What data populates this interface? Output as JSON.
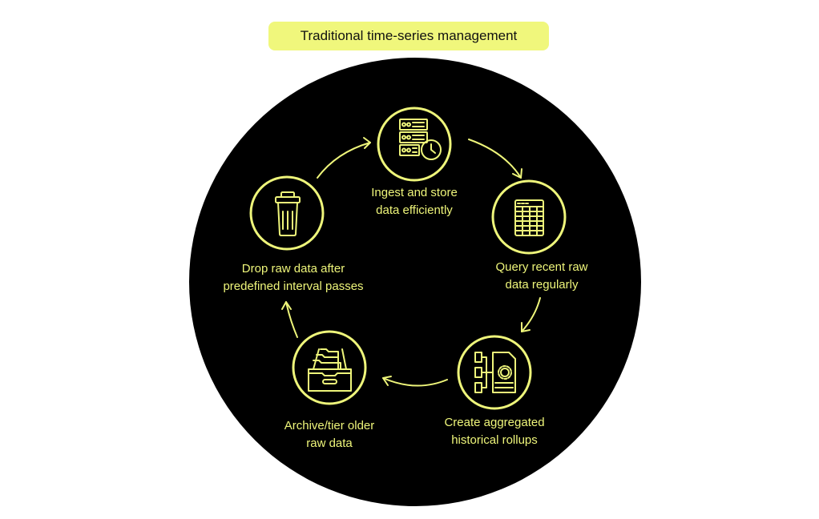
{
  "title": "Traditional time-series management",
  "colors": {
    "accent": "#eef57a",
    "badge": "#f0f77c",
    "disc": "#000000",
    "background": "#ffffff"
  },
  "steps": [
    {
      "icon": "server-clock-icon",
      "line1": "Ingest and store",
      "line2": "data efficiently"
    },
    {
      "icon": "table-icon",
      "line1": "Query recent raw",
      "line2": "data regularly"
    },
    {
      "icon": "aggregation-gear-icon",
      "line1": "Create aggregated",
      "line2": "historical rollups"
    },
    {
      "icon": "archive-drawer-icon",
      "line1": "Archive/tier older",
      "line2": "raw data"
    },
    {
      "icon": "trash-can-icon",
      "line1": "Drop raw data after",
      "line2": "predefined interval passes"
    }
  ]
}
